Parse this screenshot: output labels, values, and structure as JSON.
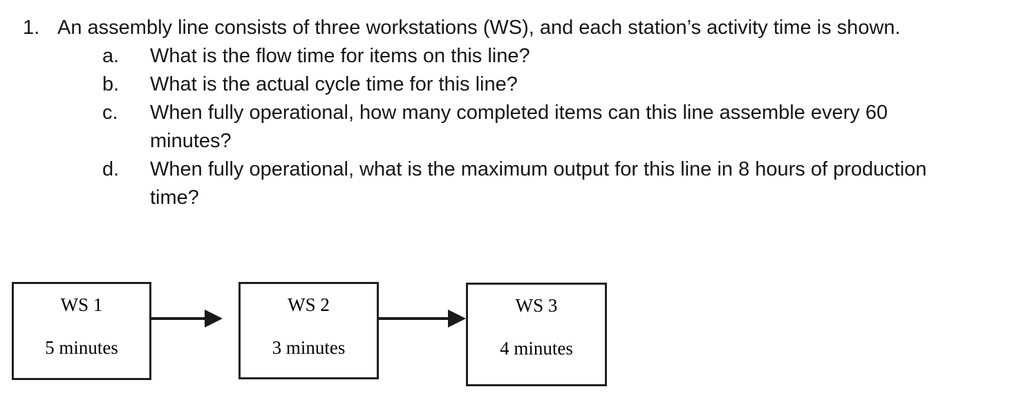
{
  "page": {
    "background_color": "#ffffff",
    "text_color": "#161616",
    "diagram_border_color": "#1f1f1f",
    "arrow_color": "#1a1a1a"
  },
  "question": {
    "number": "1.",
    "text": "An assembly line consists of three workstations (WS), and each station’s activity time is shown.",
    "sub_items": [
      {
        "label": "a.",
        "lines": [
          "What is the flow time for items on this line?"
        ]
      },
      {
        "label": "b.",
        "lines": [
          "What is the actual cycle time for this line?"
        ]
      },
      {
        "label": "c.",
        "lines": [
          "When fully operational, how many completed items can this line assemble every 60",
          "minutes?"
        ]
      },
      {
        "label": "d.",
        "lines": [
          "When fully operational, what is the maximum output for this line in 8 hours of production",
          "time?"
        ]
      }
    ]
  },
  "diagram": {
    "workstations": [
      {
        "name": "WS 1",
        "time": "5 minutes"
      },
      {
        "name": "WS 2",
        "time": "3 minutes"
      },
      {
        "name": "WS 3",
        "time": "4 minutes"
      }
    ],
    "arrows": [
      {
        "from": "WS 1",
        "to": "WS 2"
      },
      {
        "from": "WS 2",
        "to": "WS 3"
      }
    ]
  }
}
